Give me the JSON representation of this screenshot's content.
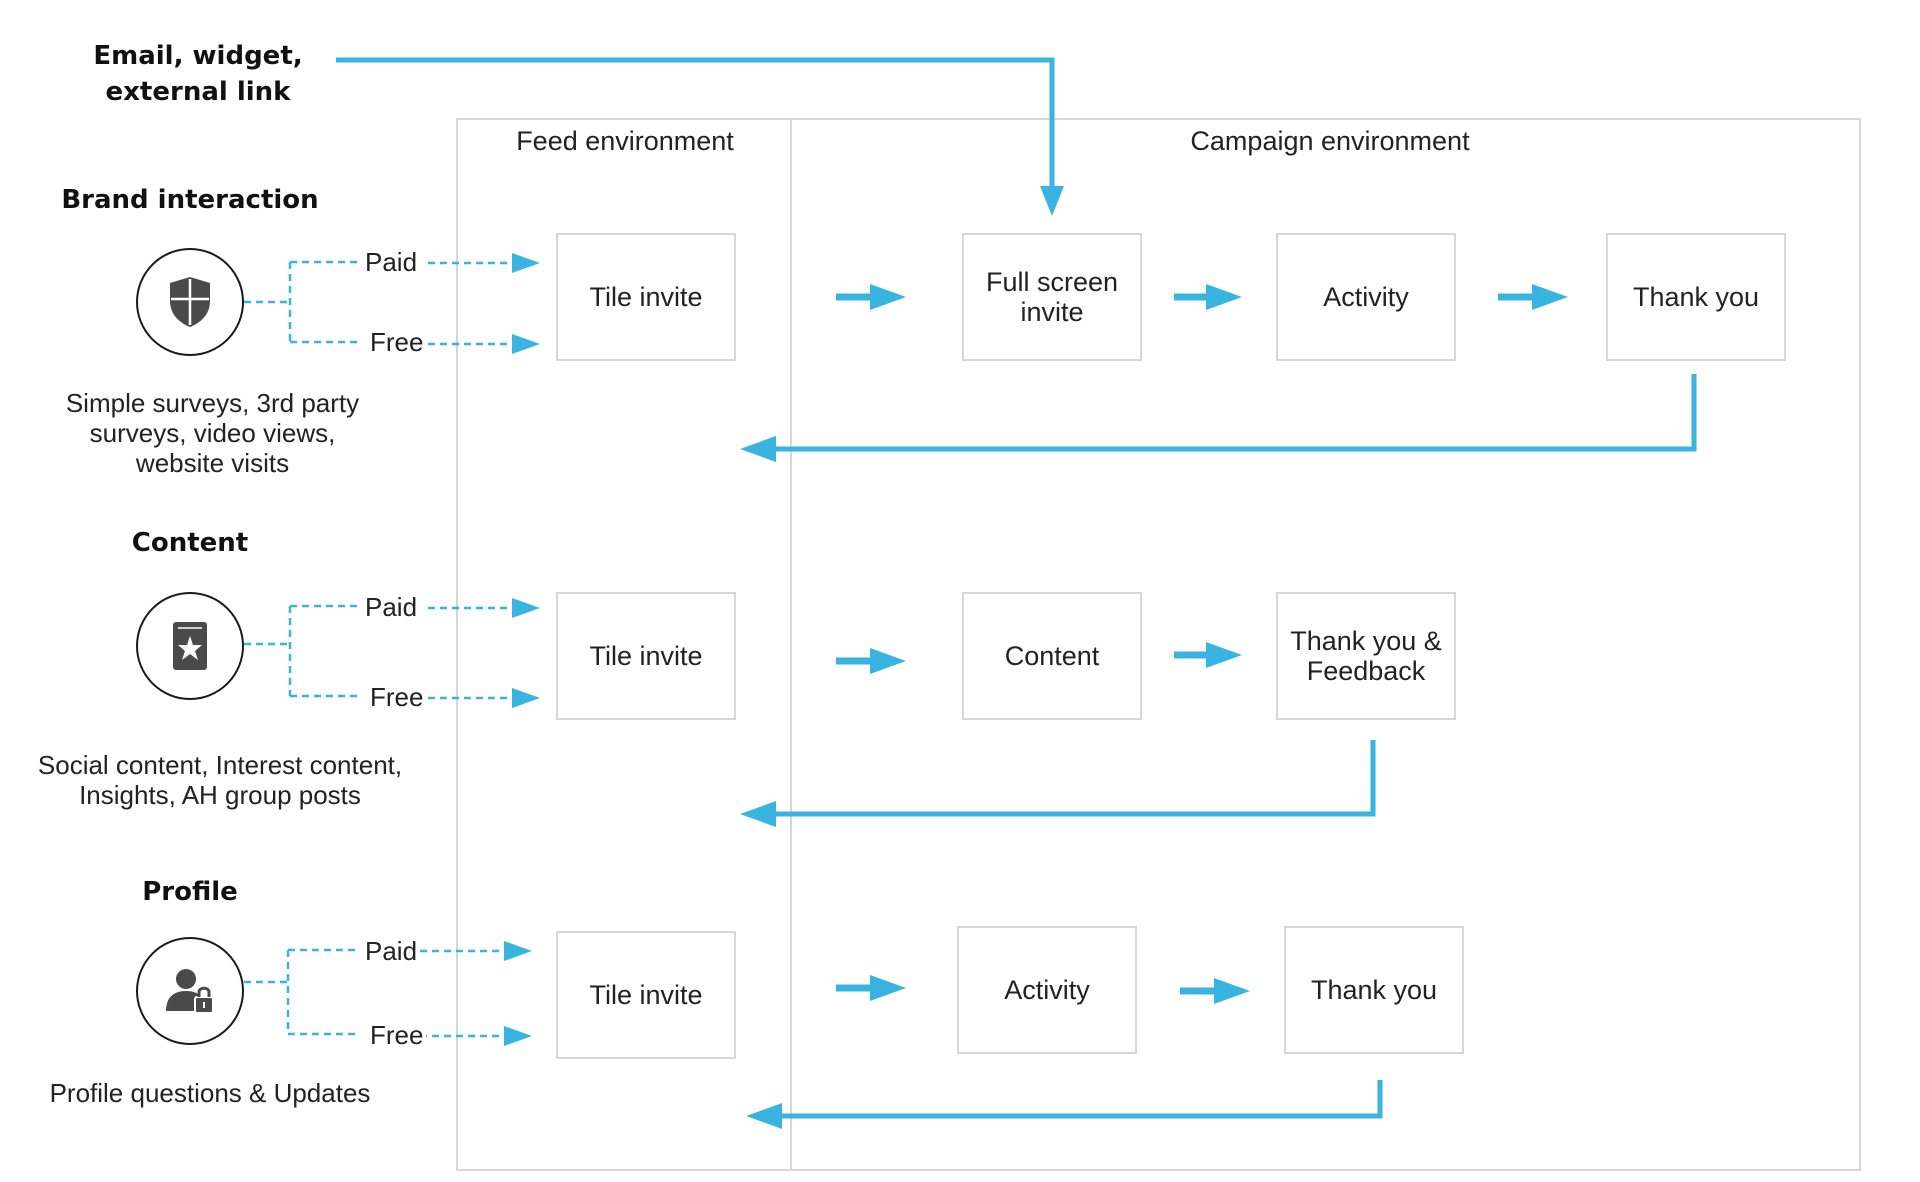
{
  "top_source": {
    "label_line1": "Email, widget,",
    "label_line2": "external link"
  },
  "environments": {
    "feed": "Feed environment",
    "campaign": "Campaign environment"
  },
  "rows": [
    {
      "title": "Brand interaction",
      "icon": "shield-icon",
      "paid": "Paid",
      "free": "Free",
      "desc_lines": [
        "Simple surveys, 3rd party",
        "surveys, video views,",
        "website visits"
      ],
      "tile": "Tile invite",
      "steps": [
        "Full screen\ninvite",
        "Activity",
        "Thank you"
      ]
    },
    {
      "title": "Content",
      "icon": "book-star-icon",
      "paid": "Paid",
      "free": "Free",
      "desc_lines": [
        "Social content, Interest content,",
        "Insights, AH group posts"
      ],
      "tile": "Tile invite",
      "steps": [
        "Content",
        "Thank you &\nFeedback"
      ]
    },
    {
      "title": "Profile",
      "icon": "user-lock-icon",
      "paid": "Paid",
      "free": "Free",
      "desc_lines": [
        "Profile questions & Updates"
      ],
      "tile": "Tile invite",
      "steps": [
        "Activity",
        "Thank you"
      ]
    }
  ],
  "colors": {
    "accent": "#39b3e0",
    "border": "#d6d6d6",
    "text": "#222222",
    "icon": "#4a4a4a"
  }
}
